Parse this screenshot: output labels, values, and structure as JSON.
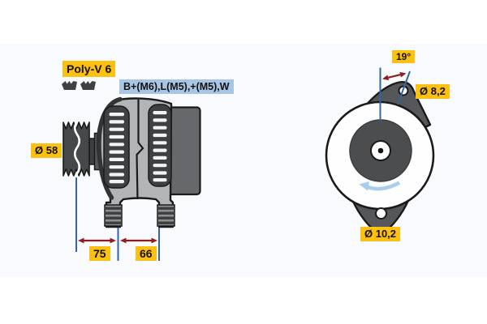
{
  "side_view": {
    "belt_type_label": "Poly-V 6",
    "terminal_label": "B+(M6),L(M5),+(M5),W",
    "pulley_diameter": "Ø 58",
    "dim_pulley_to_front_foot": "75",
    "dim_front_foot_to_rear_foot": "66"
  },
  "front_view": {
    "mounting_hole_angle": "19°",
    "top_mounting_hole_diameter": "Ø 8,2",
    "bottom_mounting_hole_diameter": "Ø 10,2"
  },
  "icons": {
    "belt_profile": "poly-v-belt-cross-section",
    "rotation_direction": "counterclockwise-arrow"
  },
  "colors": {
    "label_yellow": "#fcc011",
    "label_blue": "#a8c6e4",
    "dimension_line_blue": "#3465a4",
    "dimension_arrow_red": "#8e1f1f",
    "rotation_arrow_blue": "#a9ceec"
  }
}
